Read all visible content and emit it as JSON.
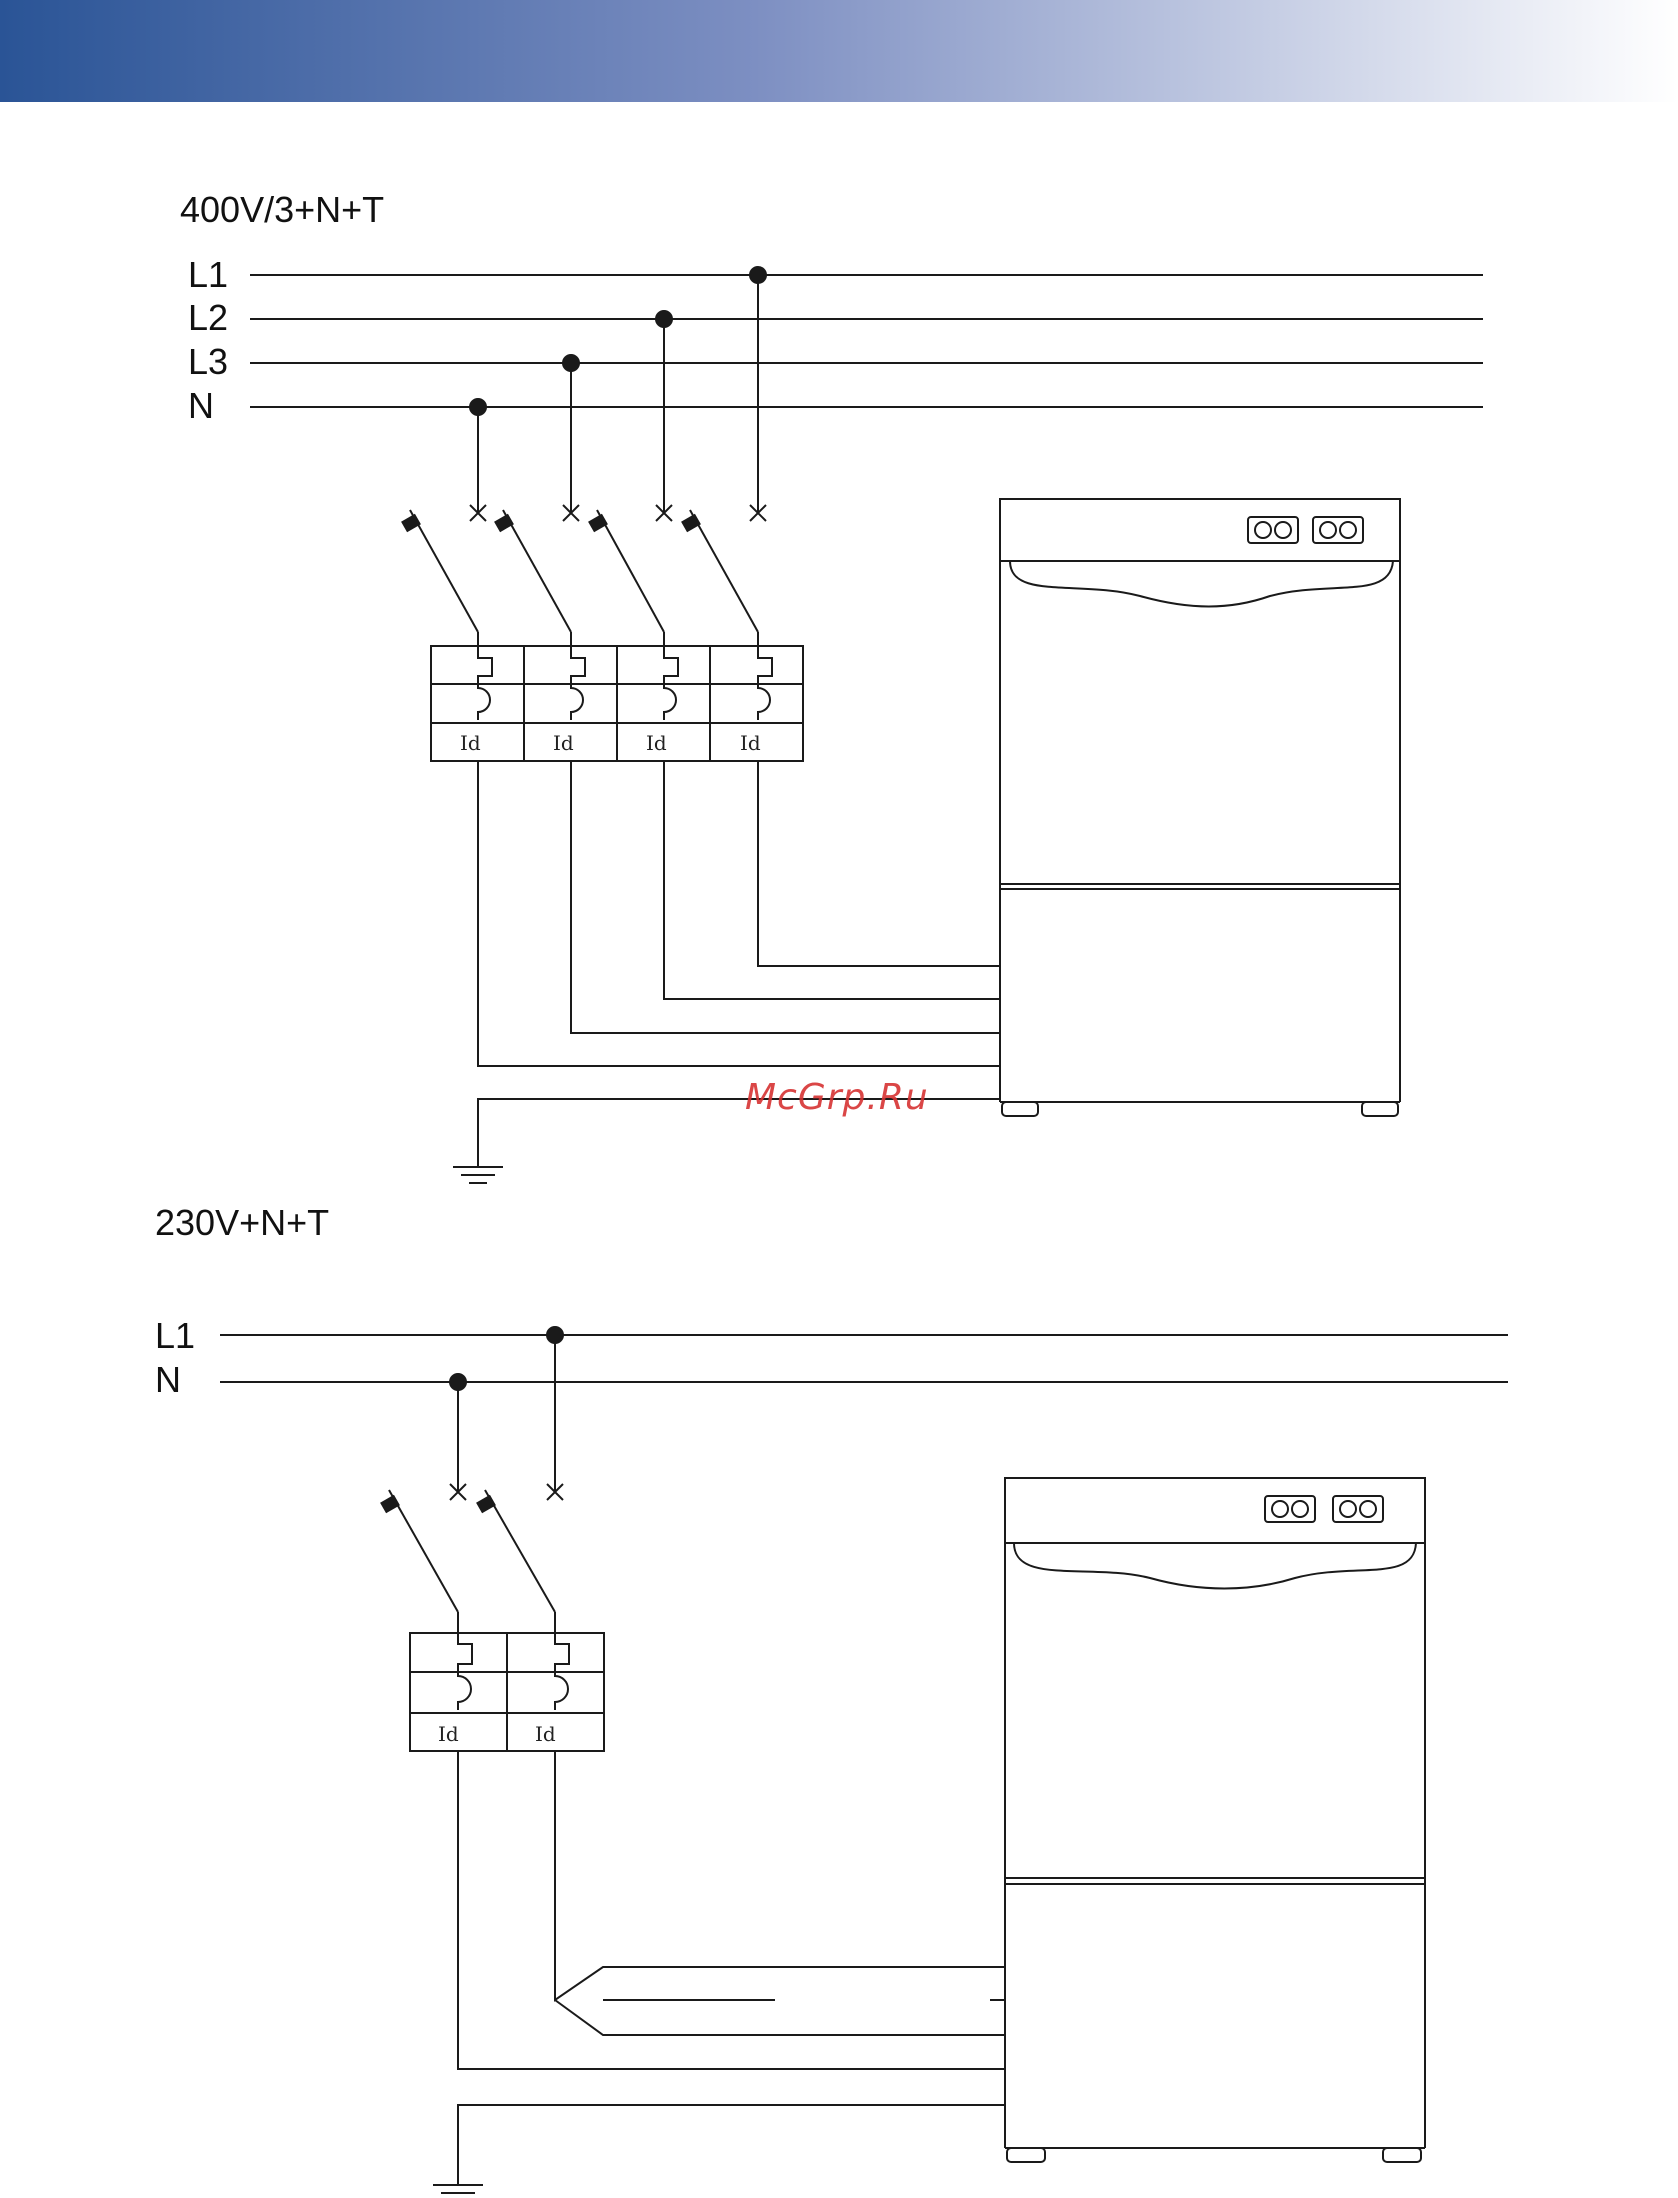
{
  "banner": {
    "color_start": "#2a5496",
    "color_end": "#ffffff"
  },
  "diagram_three_phase": {
    "title": "400V/3+N+T",
    "lines": [
      "L1",
      "L2",
      "L3",
      "N"
    ],
    "rcd_labels": [
      "Id",
      "Id",
      "Id",
      "Id"
    ]
  },
  "diagram_single_phase": {
    "title": "230V+N+T",
    "lines": [
      "L1",
      "N"
    ],
    "rcd_labels": [
      "Id",
      "Id"
    ]
  },
  "watermark": "McGrp.Ru",
  "colors": {
    "wire": "#1a1a1a",
    "watermark": "#d63333"
  }
}
